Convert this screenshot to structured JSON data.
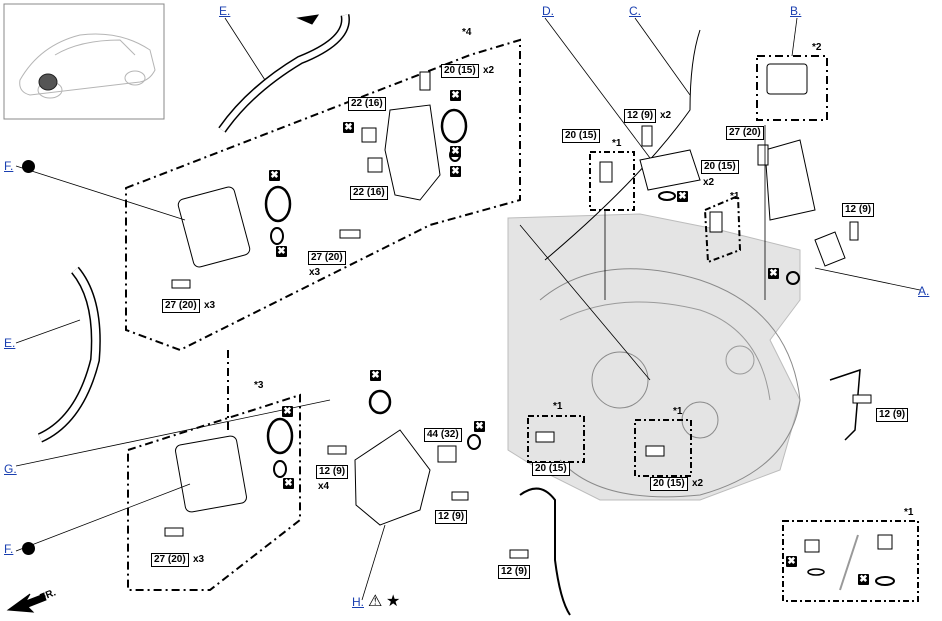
{
  "callouts": {
    "A": "A.",
    "B": "B.",
    "C": "C.",
    "D": "D.",
    "E1": "E.",
    "E2": "E.",
    "F1": "F.",
    "F2": "F.",
    "G": "G.",
    "H": "H."
  },
  "groups": {
    "g1": "*1",
    "g2": "*2",
    "g3": "*3",
    "g4": "*4"
  },
  "torques": {
    "t20_15": "20 (15)",
    "t22_16": "22 (16)",
    "t27_20": "27 (20)",
    "t12_9": "12 (9)",
    "t44_32": "44 (32)"
  },
  "multipliers": {
    "x2": "x2",
    "x3": "x3",
    "x4": "x4"
  },
  "symbols": {
    "nonreusable": "✖",
    "warning": "⚠",
    "star": "★"
  },
  "direction": {
    "front": "FR."
  },
  "icons": [
    "car-locator-icon",
    "nonreusable-part-icon",
    "apply-sealant-dot-icon",
    "warning-triangle-icon",
    "star-icon",
    "front-arrow-icon"
  ]
}
